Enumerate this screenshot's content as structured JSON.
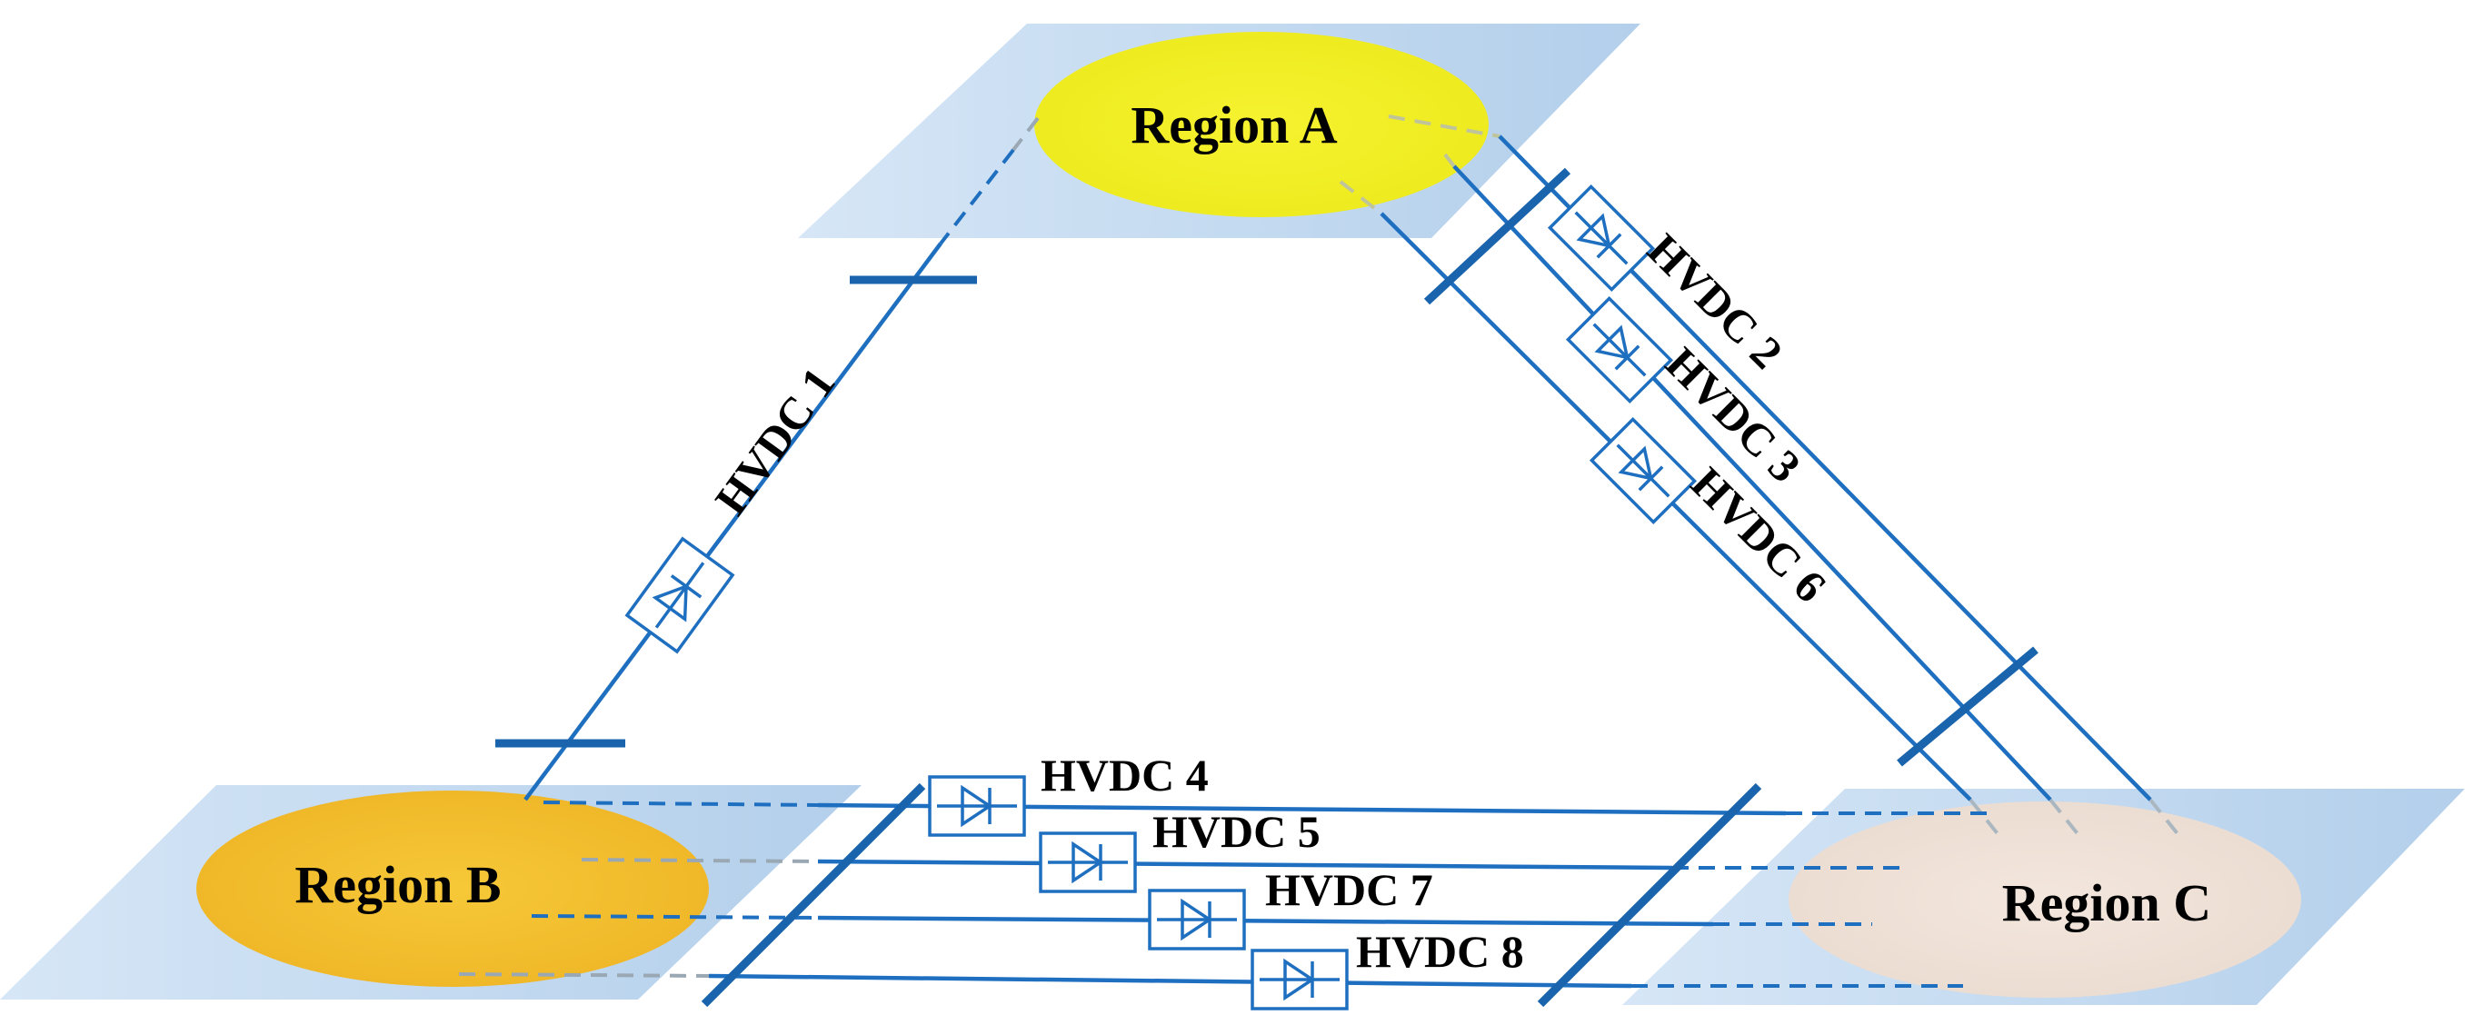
{
  "regions": {
    "a": {
      "label": "Region A"
    },
    "b": {
      "label": "Region B"
    },
    "c": {
      "label": "Region C"
    }
  },
  "links": [
    {
      "id": "hvdc1",
      "label": "HVDC 1"
    },
    {
      "id": "hvdc2",
      "label": "HVDC 2"
    },
    {
      "id": "hvdc3",
      "label": "HVDC 3"
    },
    {
      "id": "hvdc6",
      "label": "HVDC 6"
    },
    {
      "id": "hvdc4",
      "label": "HVDC 4"
    },
    {
      "id": "hvdc5",
      "label": "HVDC 5"
    },
    {
      "id": "hvdc7",
      "label": "HVDC 7"
    },
    {
      "id": "hvdc8",
      "label": "HVDC 8"
    }
  ],
  "colors": {
    "plane": "#c3daf0",
    "region_a": "#f2ee24",
    "region_b": "#f2bf2c",
    "region_c": "#eedfd5",
    "line": "#1f6fc0"
  }
}
